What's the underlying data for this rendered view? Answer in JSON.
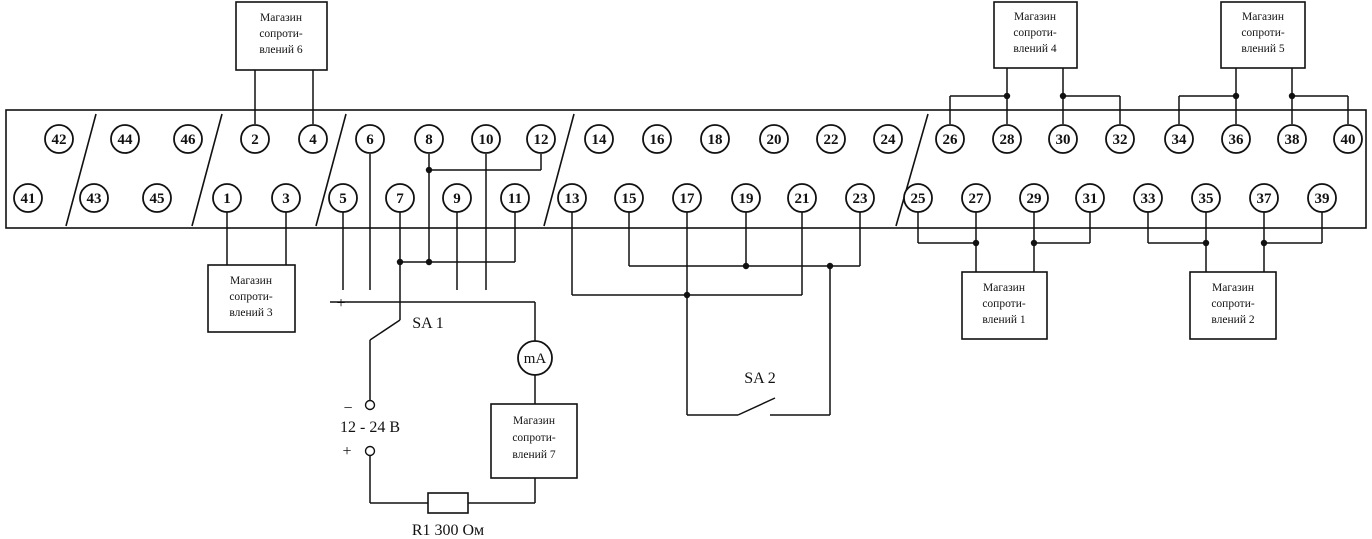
{
  "terminals": [
    "1",
    "2",
    "3",
    "4",
    "5",
    "6",
    "7",
    "8",
    "9",
    "10",
    "11",
    "12",
    "13",
    "14",
    "15",
    "16",
    "17",
    "18",
    "19",
    "20",
    "21",
    "22",
    "23",
    "24",
    "25",
    "26",
    "27",
    "28",
    "29",
    "30",
    "31",
    "32",
    "33",
    "34",
    "35",
    "36",
    "37",
    "38",
    "39",
    "40",
    "41",
    "42",
    "43",
    "44",
    "45",
    "46"
  ],
  "boxes": {
    "box1": [
      "Магазин",
      "сопроти-",
      "влений 1"
    ],
    "box2": [
      "Магазин",
      "сопроти-",
      "влений 2"
    ],
    "box3": [
      "Магазин",
      "сопроти-",
      "влений 3"
    ],
    "box4": [
      "Магазин",
      "сопроти-",
      "влений 4"
    ],
    "box5": [
      "Магазин",
      "сопроти-",
      "влений 5"
    ],
    "box6": [
      "Магазин",
      "сопроти-",
      "влений 6"
    ],
    "box7": [
      "Магазин",
      "сопроти-",
      "влений 7"
    ]
  },
  "labels": {
    "sa1": "SA 1",
    "sa2": "SA 2",
    "ma": "mA",
    "voltage": "12 - 24 В",
    "minus": "−",
    "plus": "+",
    "switch_plus": "+",
    "resistor": "R1 300 Ом"
  }
}
